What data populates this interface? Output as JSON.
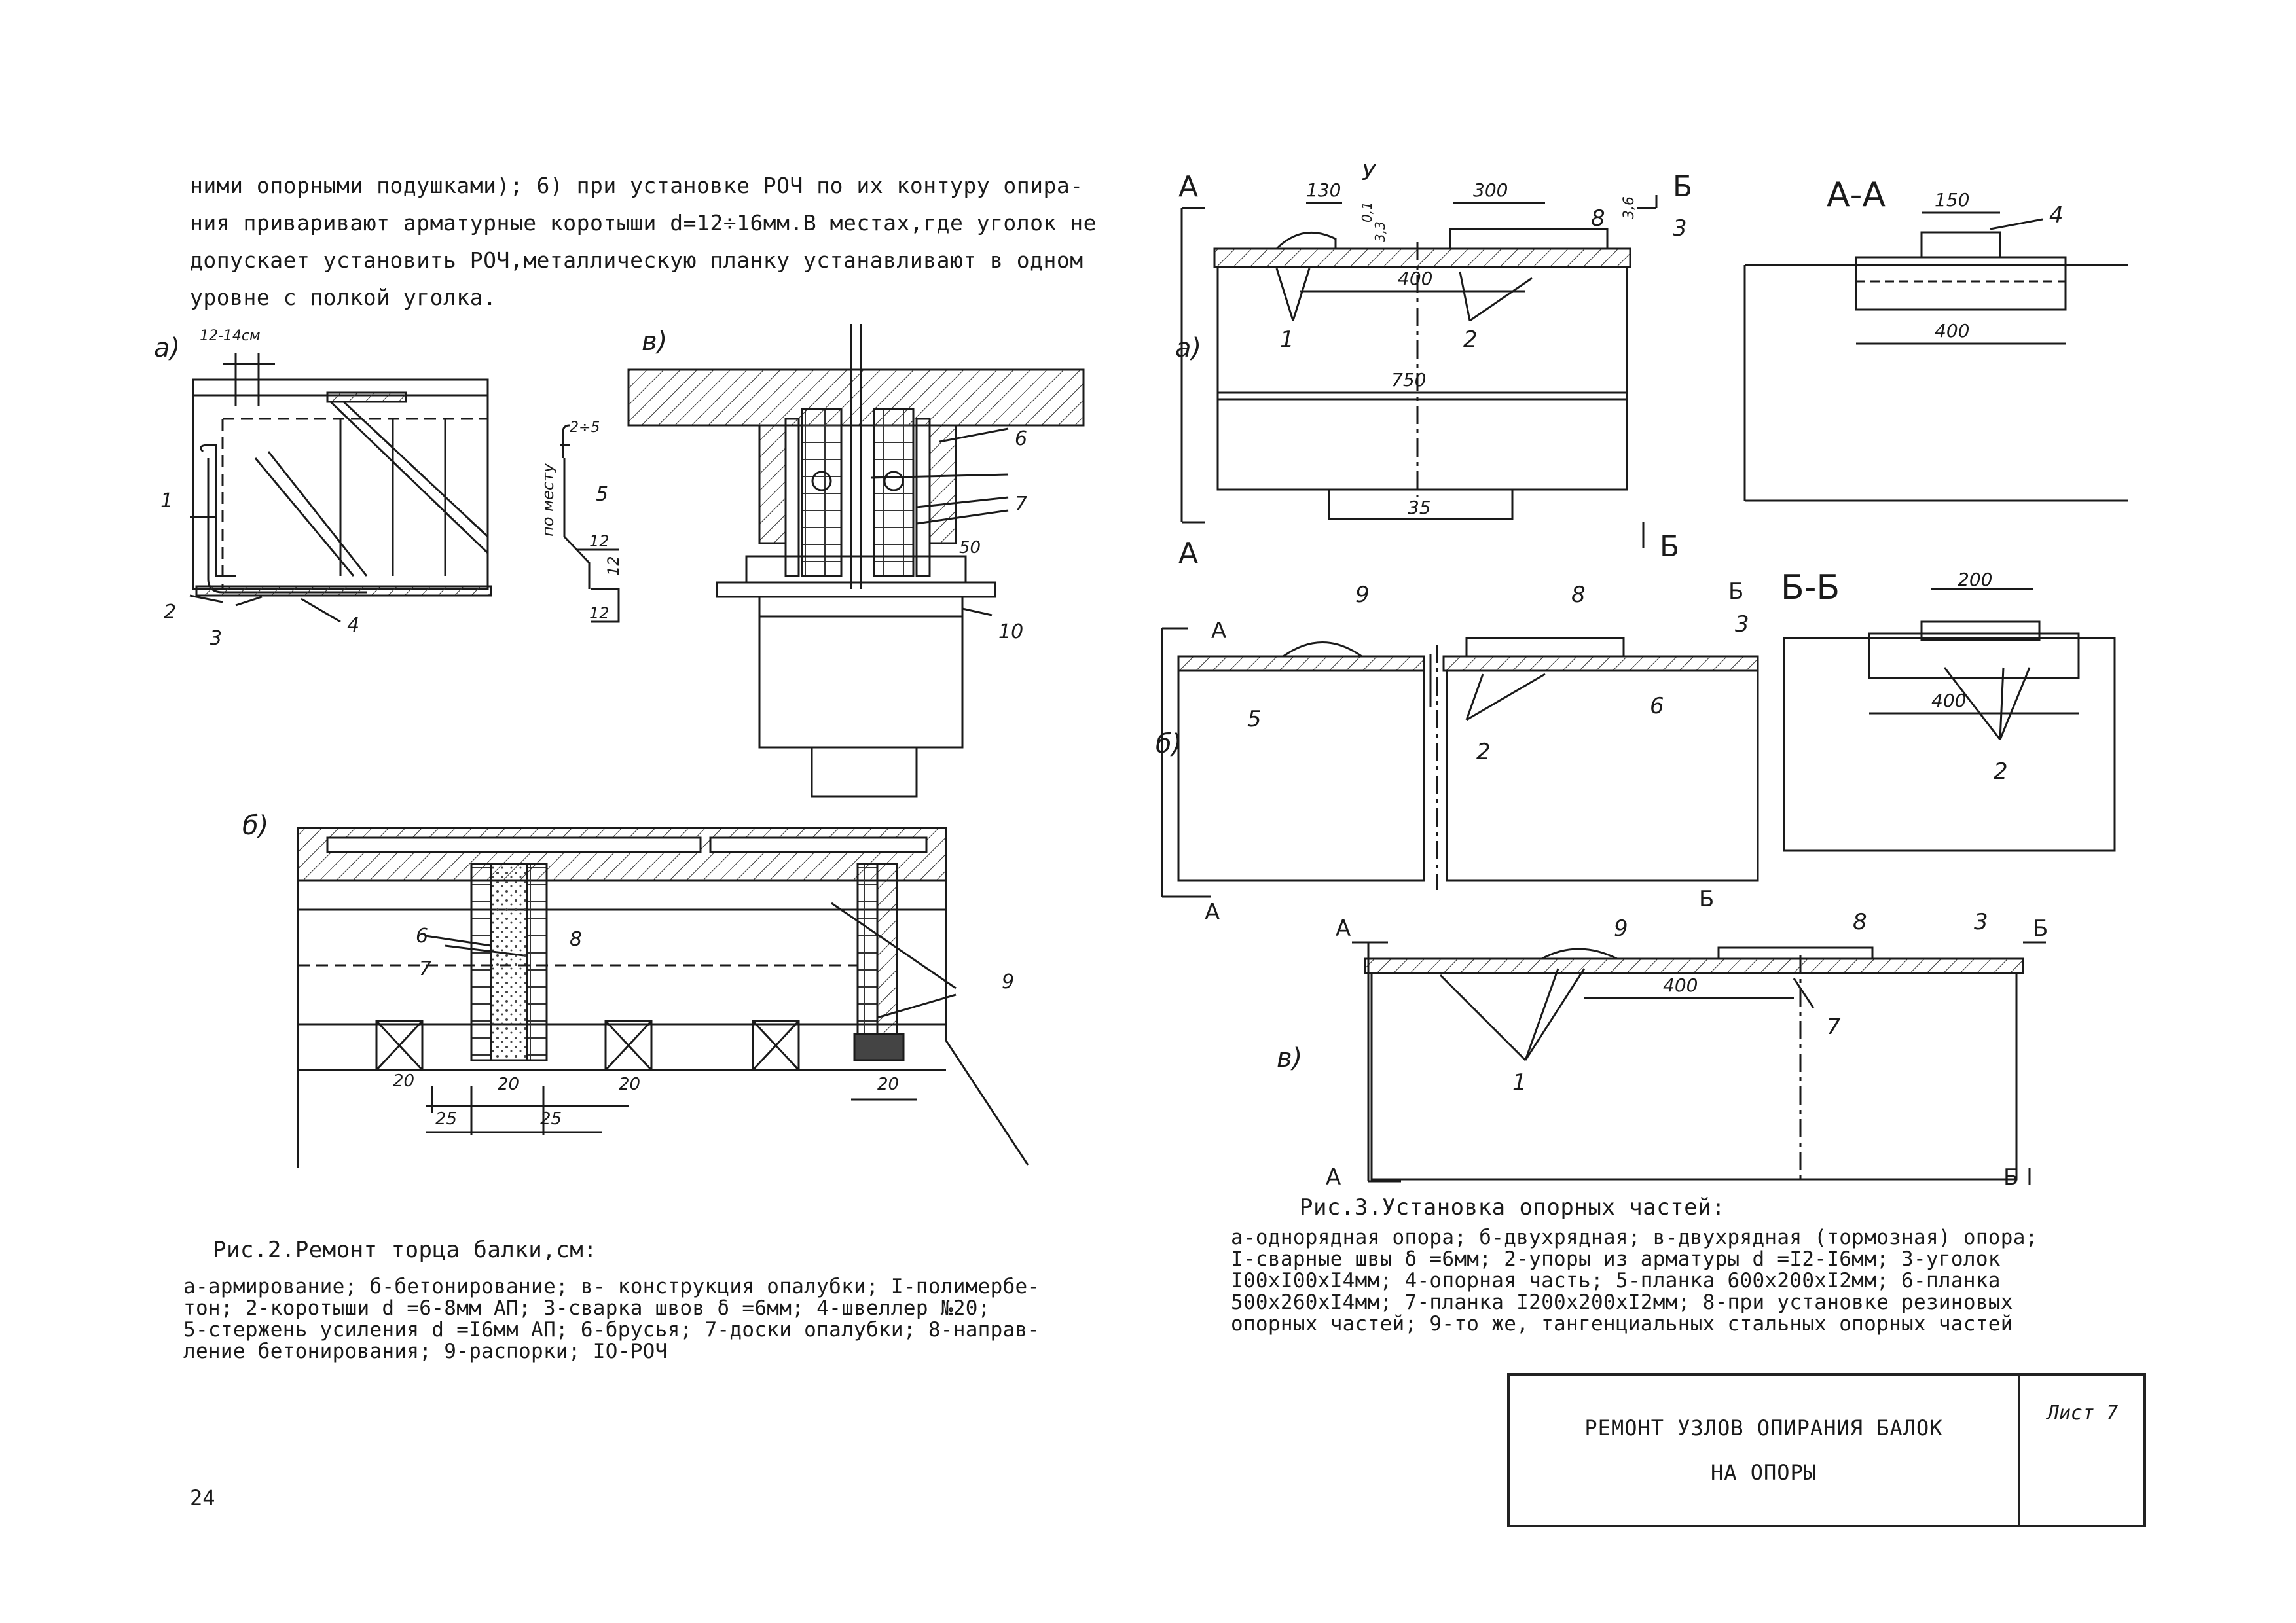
{
  "left_page": {
    "paragraph_lines": [
      "ними опорными подушками); 6) при установке РОЧ по их контуру опира-",
      "ния приваривают арматурные коротыши d=12÷16мм.В местах,где уголок не",
      "допускает установить РОЧ,металлическую планку устанавливают в одном",
      "уровне с полкой уголка."
    ],
    "figure_labels": {
      "a": "а)",
      "b": "б)",
      "v": "в)",
      "dim_12_14": "12-14см",
      "dim_2_5": "2÷5",
      "on_site": "по месту",
      "dim_12a": "12",
      "dim_12b": "12",
      "dim_12c": "12",
      "dim_50": "50",
      "dim_20a": "20",
      "dim_20b": "20",
      "dim_20c": "20",
      "dim_20d": "20",
      "dim_25a": "25",
      "dim_25b": "25",
      "n1": "1",
      "n2": "2",
      "n3": "3",
      "n4": "4",
      "n5": "5",
      "n6a": "6",
      "n6b": "6",
      "n7a": "7",
      "n7b": "7",
      "n8": "8",
      "n9": "9",
      "n10": "10"
    },
    "caption_title": "Рис.2.Ремонт торца балки,см:",
    "caption_lines": [
      "а-армирование; б-бетонирование; в- конструкция опалубки; I-полимербе-",
      "тон; 2-коротыши d =6-8мм АП; 3-сварка швов δ =6мм; 4-швеллер №20;",
      "5-стержень усиления d =I6мм АП; 6-брусья; 7-доски опалубки; 8-направ-",
      "ление бетонирования; 9-распорки; IO-РОЧ"
    ],
    "page_number": "24"
  },
  "right_page": {
    "figure_labels": {
      "a": "а)",
      "b": "б)",
      "v": "в)",
      "sec_A1": "А",
      "sec_A2": "А",
      "sec_B1": "Б",
      "sec_B2": "Б",
      "sec_AA": "А-А",
      "sec_BB": "Б-Б",
      "sec_bA1": "А",
      "sec_bA2": "А",
      "sec_bB1": "Б",
      "sec_bB2": "Б",
      "sec_vA1": "А",
      "sec_vA2": "А",
      "sec_vB1": "Б",
      "sec_vB2": "Б",
      "dim_130": "130",
      "dim_300": "300",
      "dim_400a": "400",
      "dim_750": "750",
      "dim_35": "35",
      "dim_150": "150",
      "dim_400b": "400",
      "dim_200": "200",
      "dim_400c": "400",
      "dim_400d": "400",
      "dim_01": "0,1",
      "dim_33": "3,3",
      "dim_36": "3,6",
      "U": "У",
      "n1a": "1",
      "n2a": "2",
      "n3a": "3",
      "n4": "4",
      "n8a": "8",
      "n9b": "9",
      "n8b": "8",
      "n3b": "3",
      "n5": "5",
      "n6": "6",
      "n2b": "2",
      "n2c": "2",
      "n9v": "9",
      "n8v": "8",
      "n3v": "3",
      "n1v": "1",
      "n7": "7"
    },
    "caption_title": "Рис.3.Установка опорных частей:",
    "caption_lines": [
      "а-однорядная опора; б-двухрядная; в-двухрядная (тормозная) опора;",
      "I-сварные швы δ =6мм; 2-упоры из арматуры d =I2-I6мм; 3-уголок",
      "I00xI00xI4мм; 4-опорная часть; 5-планка 600x200xI2мм; 6-планка",
      "500x260xI4мм; 7-планка I200x200xI2мм; 8-при установке резиновых",
      "опорных частей; 9-то же, тангенциальных стальных опорных частей"
    ],
    "stamp": {
      "title_line1": "РЕМОНТ УЗЛОВ ОПИРАНИЯ БАЛОК",
      "title_line2": "НА ОПОРЫ",
      "sheet": "Лист 7"
    }
  }
}
